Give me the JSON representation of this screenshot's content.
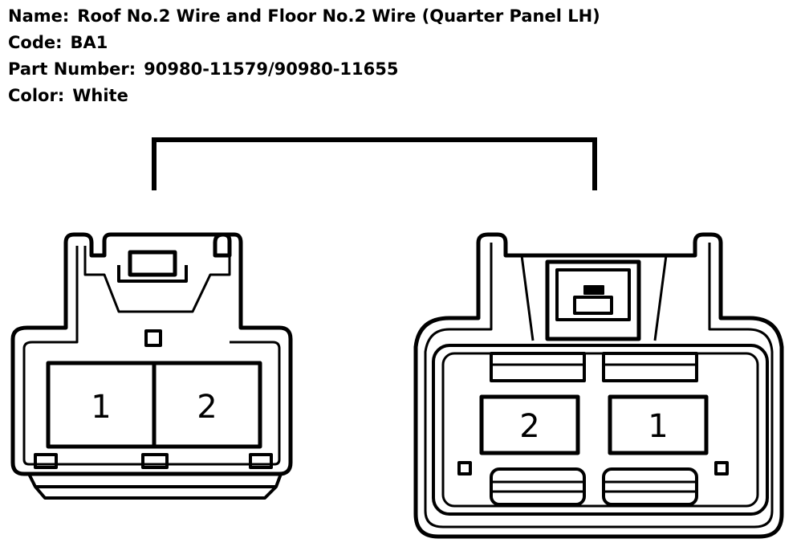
{
  "info": {
    "name_label": "Name:",
    "name_value": "Roof No.2 Wire and Floor No.2 Wire (Quarter Panel LH)",
    "code_label": "Code:",
    "code_value": "BA1",
    "part_label": "Part Number:",
    "part_value": "90980-11579/90980-11655",
    "color_label": "Color:",
    "color_value": "White"
  },
  "connectors": {
    "left": {
      "pins": [
        "1",
        "2"
      ]
    },
    "right": {
      "pins": [
        "2",
        "1"
      ]
    }
  }
}
